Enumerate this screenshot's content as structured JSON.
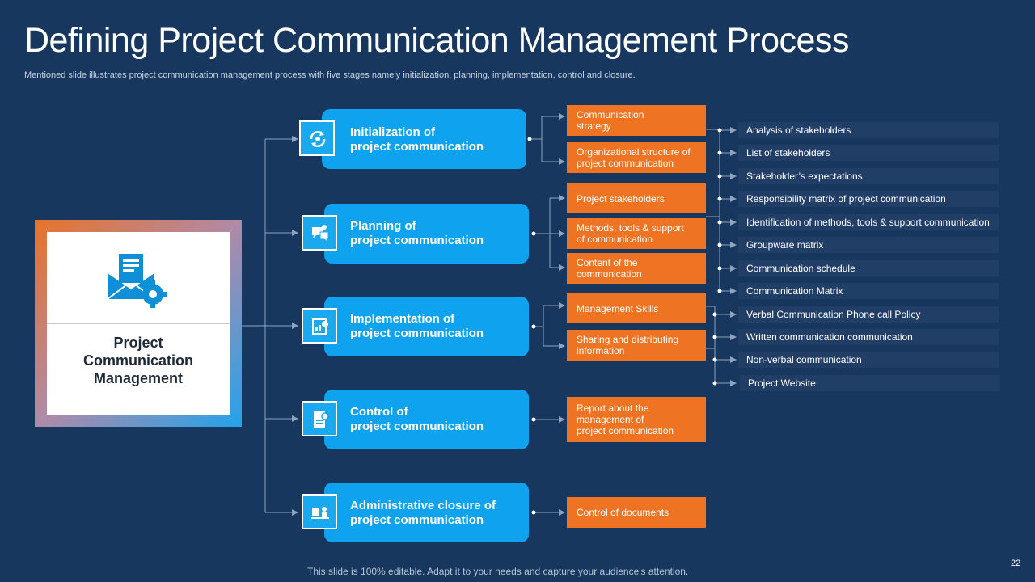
{
  "title": "Defining Project Communication Management Process",
  "subtitle": "Mentioned slide illustrates project communication management process with five stages namely initialization, planning, implementation, control and closure.",
  "footer": "This slide is 100% editable. Adapt it to your needs and capture your audience's attention.",
  "page_number": "22",
  "hub": {
    "label_lines": [
      "Project",
      "Communication",
      "Management"
    ],
    "icon": "envelope-gear-icon"
  },
  "stages": [
    {
      "line1": "Initialization of",
      "line2": "project communication",
      "icon": "refresh-cycle-icon"
    },
    {
      "line1": "Planning of",
      "line2": "project communication",
      "icon": "chat-bubbles-icon"
    },
    {
      "line1": "Implementation of",
      "line2": "project communication",
      "icon": "chart-report-icon"
    },
    {
      "line1": "Control of",
      "line2": "project communication",
      "icon": "document-settings-icon"
    },
    {
      "line1": "Administrative closure of",
      "line2": "project communication",
      "icon": "desk-person-icon"
    }
  ],
  "outputs": [
    {
      "line1": "Communication",
      "line2": "strategy"
    },
    {
      "line1": "Organizational structure of",
      "line2": "project communication"
    },
    {
      "line1": "Project stakeholders",
      "line2": ""
    },
    {
      "line1": "Methods, tools & support",
      "line2": "of communication"
    },
    {
      "line1": "Content of the",
      "line2": "communication"
    },
    {
      "line1": "Management Skills",
      "line2": ""
    },
    {
      "line1": "Sharing and distributing",
      "line2": "information"
    },
    {
      "line1": "Report about the",
      "line2": "management of",
      "line3": "project communication"
    },
    {
      "line1": "Control of documents",
      "line2": ""
    }
  ],
  "details": [
    "Analysis of stakeholders",
    "List of stakeholders",
    "Stakeholder’s expectations",
    "Responsibility matrix of project communication",
    "Identification of methods, tools & support communication",
    "Groupware matrix",
    "Communication schedule",
    "Communication Matrix",
    "Verbal Communication Phone call Policy",
    "Written communication communication",
    "Non-verbal communication",
    "Project Website"
  ],
  "colors": {
    "background": "#17375e",
    "stage": "#0fa3ef",
    "output": "#ee7424",
    "detail": "#213e66",
    "connector": "#8fa3bf"
  }
}
